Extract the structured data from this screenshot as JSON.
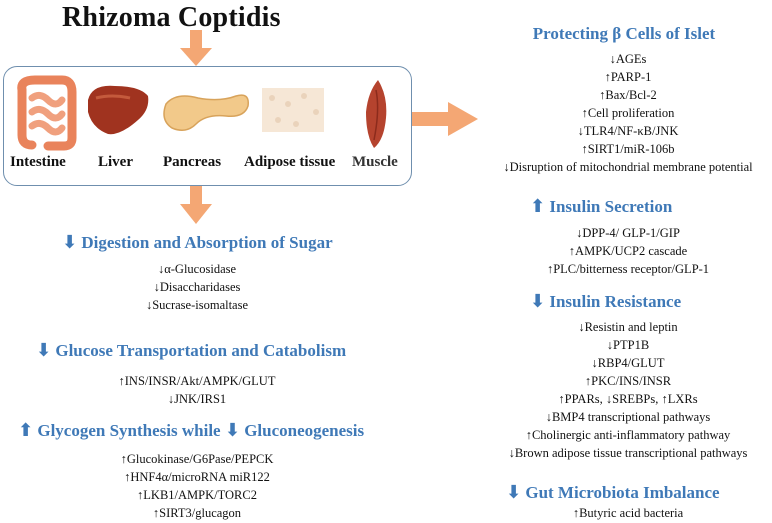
{
  "title": "Rhizoma Coptidis",
  "organs": [
    {
      "label": "Intestine"
    },
    {
      "label": "Liver"
    },
    {
      "label": "Pancreas"
    },
    {
      "label": "Adipose tissue"
    },
    {
      "label": "Muscle"
    }
  ],
  "left_sections": [
    {
      "arrow": "⬇",
      "heading": "Digestion and Absorption of Sugar",
      "items": [
        "↓α-Glucosidase",
        "↓Disaccharidases",
        "↓Sucrase-isomaltase"
      ]
    },
    {
      "arrow": "⬇",
      "heading": "Glucose Transportation and Catabolism",
      "items": [
        "↑INS/INSR/Akt/AMPK/GLUT",
        "↓JNK/IRS1"
      ]
    },
    {
      "arrow": "⬆",
      "heading": "Glycogen Synthesis while",
      "arrow2": "⬇",
      "heading2": "Gluconeogenesis",
      "items": [
        "↑Glucokinase/G6Pase/PEPCK",
        "↑HNF4α/microRNA miR122",
        "↑LKB1/AMPK/TORC2",
        "↑SIRT3/glucagon"
      ]
    }
  ],
  "right_sections": [
    {
      "heading": "Protecting β Cells of Islet",
      "items": [
        "↓AGEs",
        "↑PARP-1",
        "↑Bax/Bcl-2",
        "↑Cell proliferation",
        "↓TLR4/NF-κB/JNK",
        "↑SIRT1/miR-106b",
        "↓Disruption of mitochondrial membrane potential"
      ]
    },
    {
      "arrow": "⬆",
      "heading": "Insulin Secretion",
      "items": [
        "↓DPP-4/ GLP-1/GIP",
        "↑AMPK/UCP2 cascade",
        "↑PLC/bitterness receptor/GLP-1"
      ]
    },
    {
      "arrow": "⬇",
      "heading": "Insulin Resistance",
      "items": [
        "↓Resistin and leptin",
        "↓PTP1B",
        "↓RBP4/GLUT",
        "↑PKC/INS/INSR",
        "↑PPARs, ↓SREBPs, ↑LXRs",
        "↓BMP4 transcriptional pathways",
        "↑Cholinergic anti-inflammatory pathway",
        "↓Brown adipose tissue transcriptional pathways"
      ]
    },
    {
      "arrow": "⬇",
      "heading": "Gut Microbiota Imbalance",
      "items": [
        "↑Butyric acid bacteria"
      ]
    }
  ],
  "colors": {
    "heading": "#3f79b7",
    "arrow": "#f4a774",
    "box_border": "#6f8fae"
  }
}
